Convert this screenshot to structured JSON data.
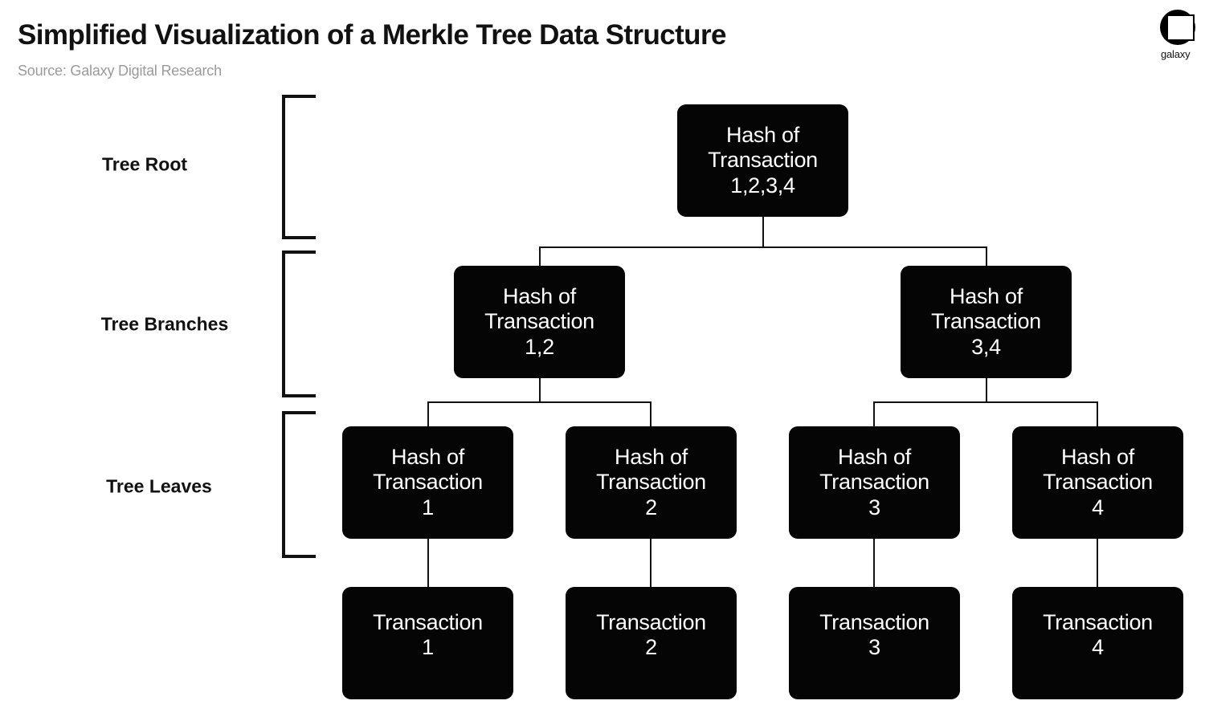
{
  "header": {
    "title": "Simplified Visualization of a Merkle Tree Data Structure",
    "subtitle": "Source: Galaxy Digital Research"
  },
  "logo": {
    "name": "galaxy-logo",
    "wordmark": "galaxy"
  },
  "row_labels": [
    {
      "key": "root",
      "label": "Tree Root"
    },
    {
      "key": "branches",
      "label": "Tree Branches"
    },
    {
      "key": "leaves",
      "label": "Tree Leaves"
    }
  ],
  "diagram": {
    "type": "merkle-tree",
    "colors": {
      "node_fill": "#050505",
      "node_text": "#ffffff",
      "connector": "#111111",
      "background": "#ffffff",
      "subtitle": "#9a9a9a"
    },
    "root": {
      "line1": "Hash of",
      "line2": "Transaction",
      "line3": "1,2,3,4"
    },
    "branches": [
      {
        "line1": "Hash of",
        "line2": "Transaction",
        "line3": "1,2"
      },
      {
        "line1": "Hash of",
        "line2": "Transaction",
        "line3": "3,4"
      }
    ],
    "leaves": [
      {
        "line1": "Hash of",
        "line2": "Transaction",
        "line3": "1"
      },
      {
        "line1": "Hash of",
        "line2": "Transaction",
        "line3": "2"
      },
      {
        "line1": "Hash of",
        "line2": "Transaction",
        "line3": "3"
      },
      {
        "line1": "Hash of",
        "line2": "Transaction",
        "line3": "4"
      }
    ],
    "transactions": [
      {
        "line1": "Transaction",
        "line2": "1"
      },
      {
        "line1": "Transaction",
        "line2": "2"
      },
      {
        "line1": "Transaction",
        "line2": "3"
      },
      {
        "line1": "Transaction",
        "line2": "4"
      }
    ]
  }
}
